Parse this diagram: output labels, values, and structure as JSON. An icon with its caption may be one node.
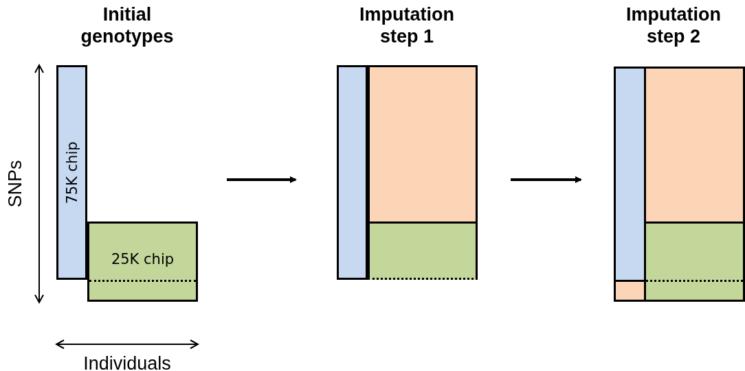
{
  "diagram": {
    "nodes": [
      {
        "text": [
          "Initial genotypes"
        ]
      },
      {
        "text": [
          "75K chip"
        ],
        "in": 0
      },
      {
        "text": [
          "25K chip"
        ],
        "in": 0
      },
      {
        "text": [
          "Imputation step 1"
        ]
      },
      {
        "text": [],
        "shape": "box",
        "in": 3
      },
      {
        "text": [],
        "shape": "box",
        "in": 3
      },
      {
        "text": [],
        "shape": "box",
        "in": 3
      },
      {
        "text": [
          "Imputation step 2"
        ]
      },
      {
        "text": [],
        "shape": "box",
        "in": 7
      },
      {
        "text": [],
        "shape": "box",
        "in": 7
      },
      {
        "text": [],
        "shape": "box",
        "in": 7
      },
      {
        "text": [],
        "shape": "box",
        "in": 7
      }
    ],
    "edges": [
      {
        "from": 0,
        "to": 3,
        "arrow": "to"
      },
      {
        "from": 3,
        "to": 7,
        "arrow": "to"
      }
    ],
    "labels": [
      "SNPs",
      "Individuals"
    ]
  }
}
